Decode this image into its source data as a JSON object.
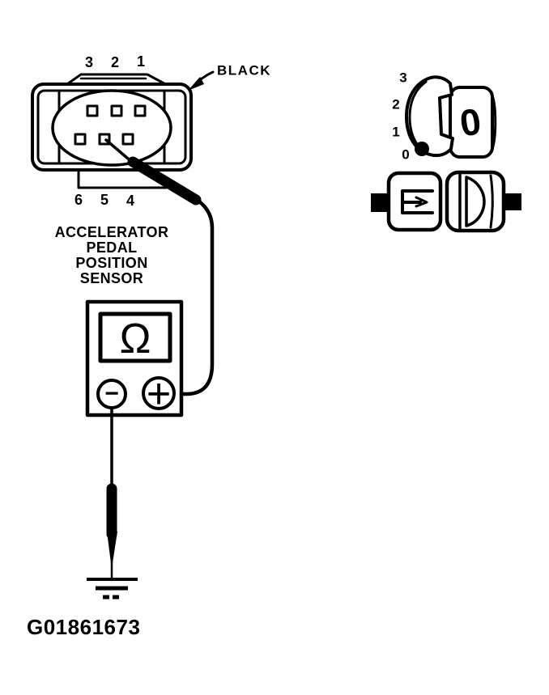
{
  "connector": {
    "label_color": "BLACK",
    "top_pin_labels": [
      "3",
      "2",
      "1"
    ],
    "bottom_pin_labels": [
      "6",
      "5",
      "4"
    ]
  },
  "sensor_caption": {
    "lines": [
      "ACCELERATOR",
      "PEDAL",
      "POSITION",
      "SENSOR"
    ]
  },
  "meter": {
    "display_symbol": "Ω",
    "negative_symbol": "−",
    "positive_symbol": "+"
  },
  "dial": {
    "scale_labels": [
      "3",
      "2",
      "1",
      "0"
    ],
    "plate_value": "0"
  },
  "figure_id": "G01861673",
  "colors": {
    "ink": "#000000",
    "paper": "#ffffff"
  }
}
